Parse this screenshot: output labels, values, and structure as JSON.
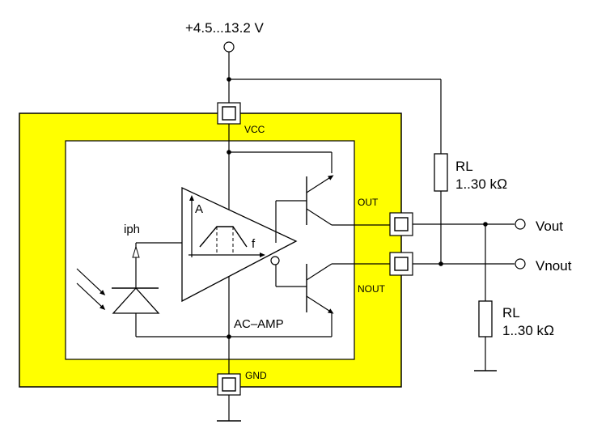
{
  "labels": {
    "supply": "+4.5...13.2 V",
    "vcc": "VCC",
    "gnd": "GND",
    "out": "OUT",
    "nout": "NOUT",
    "vout": "Vout",
    "vnout": "Vnout",
    "iph": "iph",
    "amp": "AC–AMP",
    "a_axis": "A",
    "f_axis": "f",
    "rl_top_name": "RL",
    "rl_top_value": "1..30 kΩ",
    "rl_bottom_name": "RL",
    "rl_bottom_value": "1..30 kΩ"
  },
  "colors": {
    "housing": "#ffff00",
    "wire": "#000000",
    "background": "#ffffff"
  },
  "icons": {
    "photodiode": "photodiode-icon",
    "light": "light-rays-icon",
    "amplifier": "amplifier-triangle-icon",
    "transistor": "transistor-icon",
    "resistor": "resistor-icon",
    "ground": "ground-icon",
    "pad": "pad-icon"
  }
}
